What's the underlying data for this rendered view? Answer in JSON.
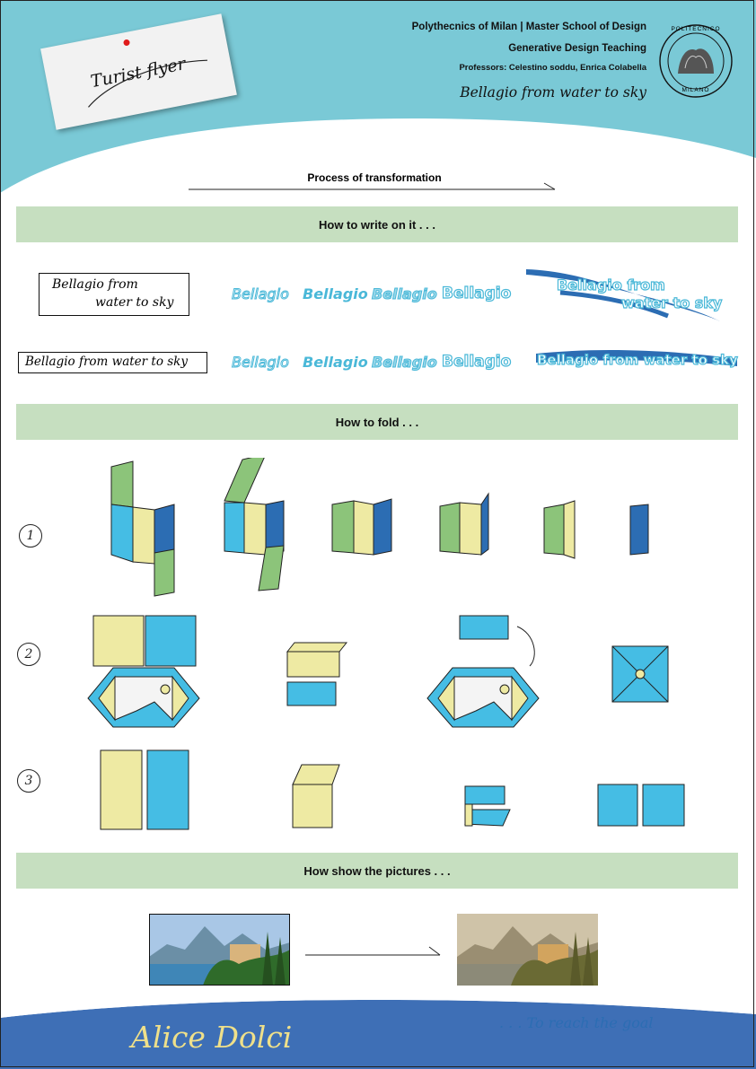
{
  "colors": {
    "header_bg": "#7ac9d6",
    "band_bg": "#c6dfc0",
    "footer_bg": "#3e6fb6",
    "accent_cyan": "#45bde4",
    "panel_yellow": "#eeeaa3",
    "panel_green": "#8cc47a",
    "panel_blue": "#2c6db3"
  },
  "header": {
    "note_title": "Turist flyer",
    "line1": "Polythecnics of Milan | Master School of Design",
    "line2": "Generative Design Teaching",
    "line3": "Professors: Celestino soddu, Enrica Colabella",
    "tagline": "Bellagio from water to sky",
    "seal_top": "POLITECNICO",
    "seal_bottom": "MILANO"
  },
  "process_label": "Process of transformation",
  "sections": {
    "write": "How to write on it . . .",
    "fold": "How to fold . . .",
    "pictures": "How show the pictures . . ."
  },
  "writing": {
    "box1_line1": "Bellagio from",
    "box1_line2": "water to sky",
    "box2": "Bellagio from water to sky",
    "variant": "Bellagio",
    "banner1_line1": "Bellagio from",
    "banner1_line2": "water to sky",
    "banner2": "Bellagio from water to sky"
  },
  "steps": {
    "s1": "1",
    "s2": "2",
    "s3": "3"
  },
  "footer": {
    "author": "Alice Dolci",
    "slogan": ". . . To reach the goal"
  }
}
